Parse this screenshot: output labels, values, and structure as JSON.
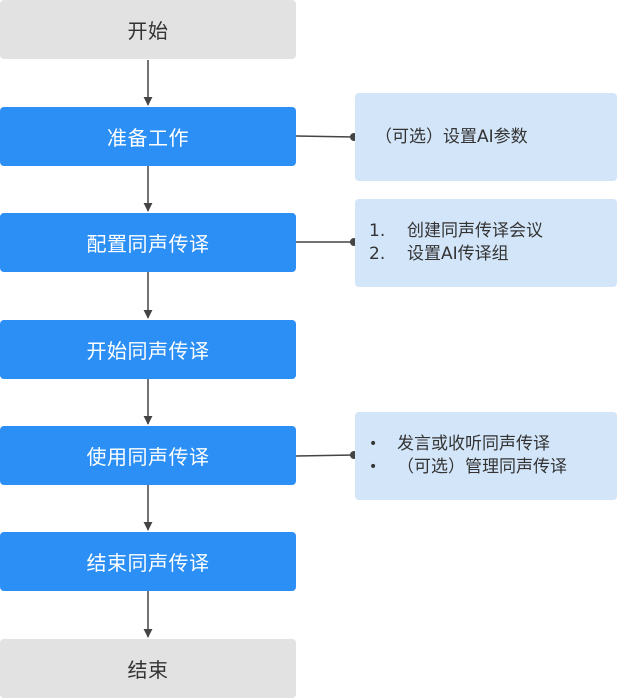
{
  "flow": {
    "start": "开始",
    "steps": [
      "准备工作",
      "配置同声传译",
      "开始同声传译",
      "使用同声传译",
      "结束同声传译"
    ],
    "end": "结束"
  },
  "notes": {
    "prepare": "（可选）设置AI参数",
    "configure": [
      {
        "marker": "1.",
        "text": "创建同声传译会议"
      },
      {
        "marker": "2.",
        "text": "设置AI传译组"
      }
    ],
    "use": [
      {
        "marker": "•",
        "text": "发言或收听同声传译"
      },
      {
        "marker": "•",
        "text": "（可选）管理同声传译"
      }
    ]
  },
  "colors": {
    "process_fill": "#2b8ff5",
    "terminal_fill": "#e2e2e2",
    "note_fill": "#d3e5f8",
    "connector": "#444444"
  }
}
